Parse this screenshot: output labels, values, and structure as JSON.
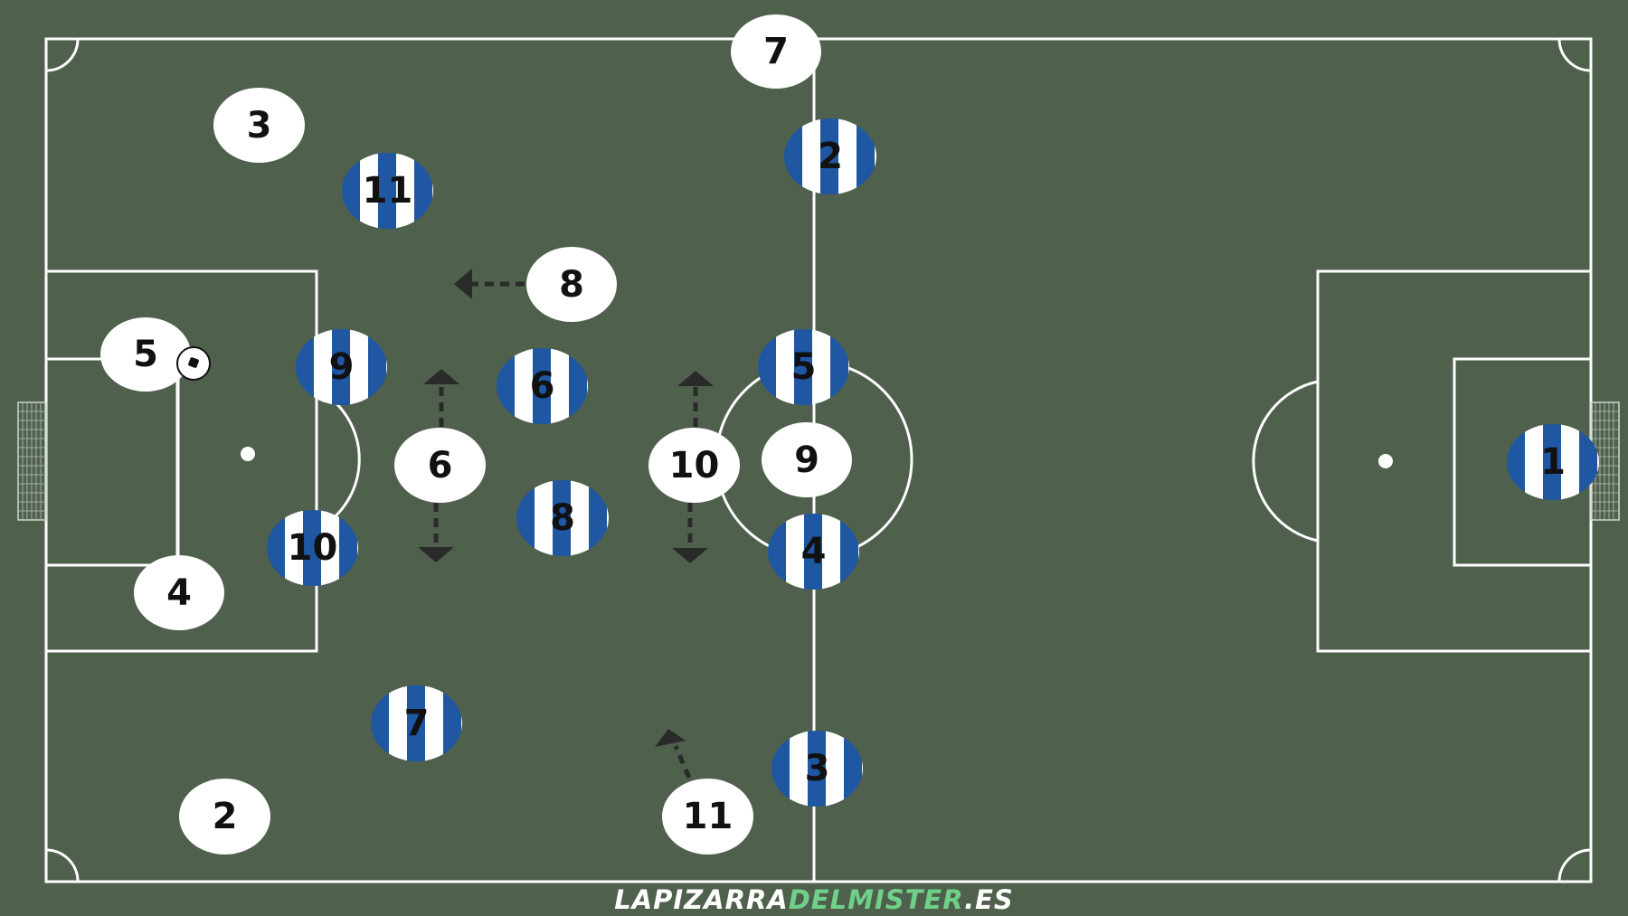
{
  "pitch": {
    "line_color": "#ffffff",
    "grass_color": "#4f604d"
  },
  "white_team": [
    "7",
    "3",
    "8",
    "5",
    "6",
    "10",
    "9",
    "4",
    "2",
    "11"
  ],
  "blue_team": [
    "2",
    "11",
    "9",
    "6",
    "5",
    "10",
    "8",
    "4",
    "7",
    "3",
    "1"
  ],
  "brand": {
    "part1": "LAPIZARRA",
    "part2": "DELMISTER",
    "part3": ".ES"
  },
  "colors": {
    "blue_stripe": "#1f57a3",
    "brand_green": "#6fd08a"
  }
}
